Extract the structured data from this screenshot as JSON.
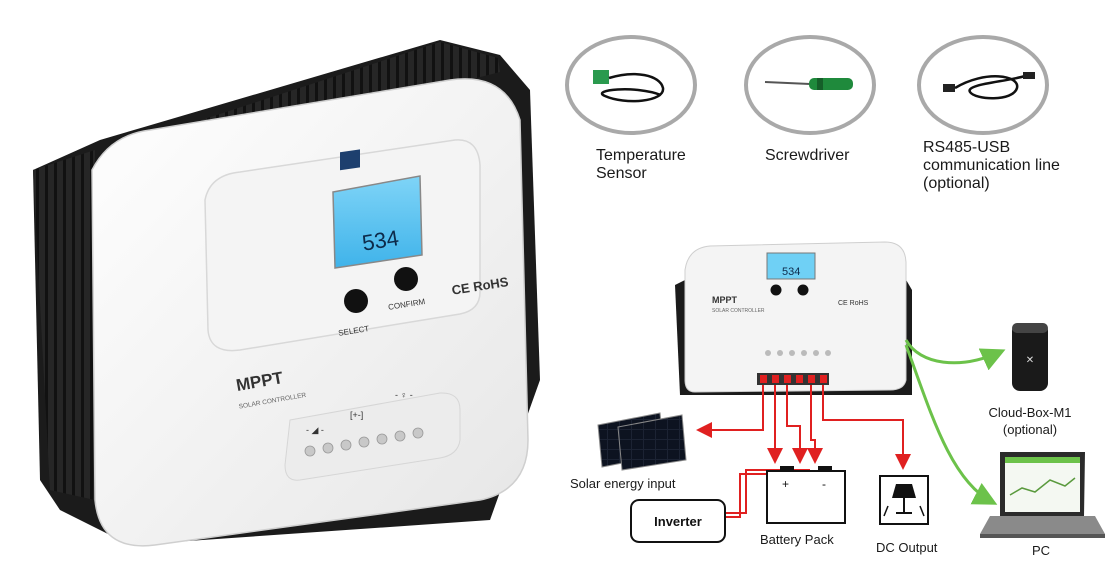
{
  "main_product": {
    "brand": "MPPT",
    "subtitle": "SOLAR CONTROLLER",
    "lcd_reading": "534",
    "buttons": {
      "select": "SELECT",
      "confirm": "CONFIRM"
    },
    "cert": "CE RoHS"
  },
  "accessories": [
    {
      "label_line1": "Temperature",
      "label_line2": "Sensor",
      "label_line3": ""
    },
    {
      "label_line1": "Screwdriver",
      "label_line2": "",
      "label_line3": ""
    },
    {
      "label_line1": "RS485-USB",
      "label_line2": "communication line",
      "label_line3": "(optional)"
    }
  ],
  "diagram": {
    "solar": "Solar energy input",
    "inverter": "Inverter",
    "battery": "Battery Pack",
    "battery_plus": "+",
    "battery_minus": "-",
    "dc_output": "DC Output",
    "cloud_line1": "Cloud-Box-M1",
    "cloud_line2": "(optional)",
    "pc": "PC"
  },
  "colors": {
    "wire_red": "#e02020",
    "wire_green": "#6cc24a",
    "lcd_blue": "#5cc6f2",
    "heatsink": "#1b1b1b"
  }
}
